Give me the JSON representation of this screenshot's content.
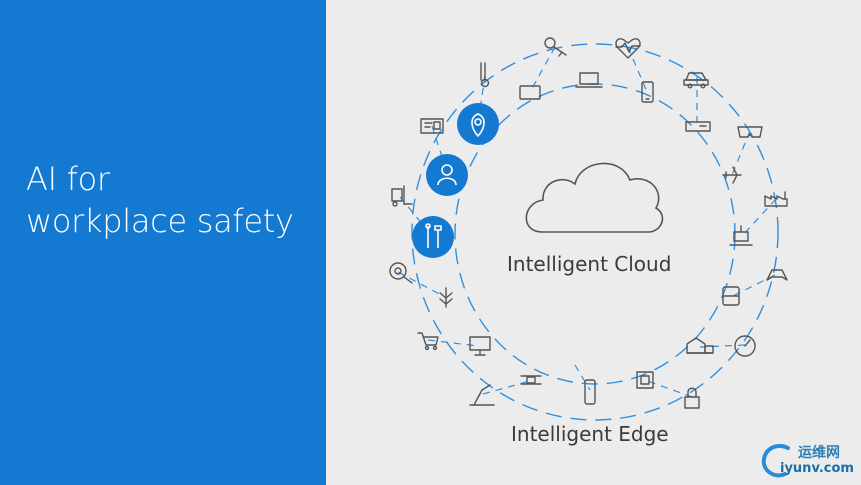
{
  "slide": {
    "title_line1": "AI for",
    "title_line2": "workplace safety",
    "cloud_label": "Intelligent Cloud",
    "edge_label": "Intelligent Edge"
  },
  "colors": {
    "left_panel": "#1479d1",
    "background": "#ececec",
    "ring_dash": "#2f8fe0",
    "highlight_node": "#1479d1",
    "icon_stroke": "#555555"
  },
  "watermark": {
    "cn_text": "运维网",
    "url_text": "iyunv.com"
  },
  "icons": [
    "key-icon",
    "heart-rate-icon",
    "thermometer-icon",
    "laptop-icon",
    "tablet-icon",
    "phone-icon",
    "car-icon",
    "location-pin-icon",
    "id-card-icon",
    "router-icon",
    "vr-headset-icon",
    "person-icon",
    "airplane-icon",
    "forklift-icon",
    "factory-icon",
    "tools-icon",
    "robot-icon",
    "gear-icon",
    "gamepad-icon",
    "drill-icon",
    "bus-icon",
    "cart-icon",
    "monitor-icon",
    "building-icon",
    "gauge-icon",
    "drone-icon",
    "smart-speaker-icon",
    "chip-icon",
    "robot-arm-icon",
    "lock-icon",
    "cloud-icon"
  ]
}
